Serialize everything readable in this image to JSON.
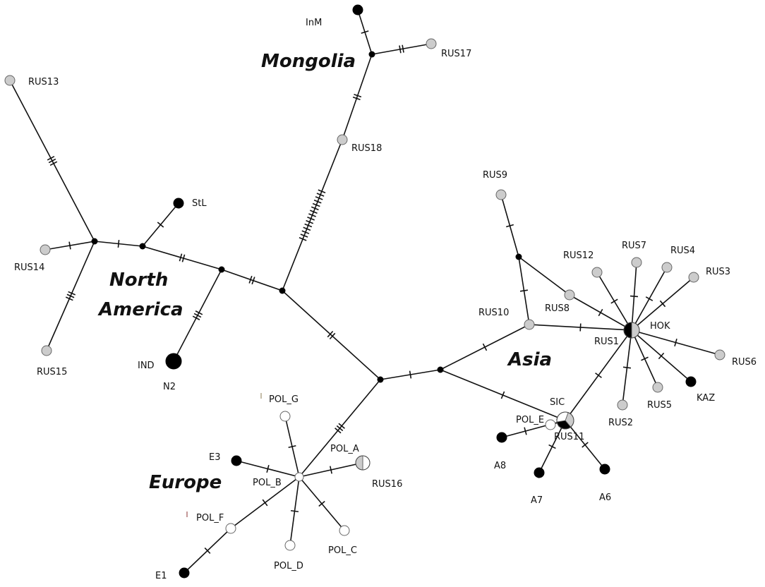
{
  "colors": {
    "black": "#000000",
    "gray": "#cccccc",
    "white": "#ffffff",
    "line": "#111111",
    "medianVector": "#000000"
  },
  "regions": [
    {
      "id": "mongolia",
      "label": "Mongolia"
    },
    {
      "id": "north-america",
      "label": "North\nAmerica"
    },
    {
      "id": "asia",
      "label": "Asia"
    },
    {
      "id": "europe",
      "label": "Europe"
    }
  ],
  "haplotypes": [
    {
      "id": "InM",
      "label": "InM",
      "fill": "black"
    },
    {
      "id": "RUS17",
      "label": "RUS17",
      "fill": "gray"
    },
    {
      "id": "RUS18",
      "label": "RUS18",
      "fill": "gray"
    },
    {
      "id": "RUS13",
      "label": "RUS13",
      "fill": "gray"
    },
    {
      "id": "RUS14",
      "label": "RUS14",
      "fill": "gray"
    },
    {
      "id": "RUS15",
      "label": "RUS15",
      "fill": "gray"
    },
    {
      "id": "StL",
      "label": "StL",
      "fill": "black"
    },
    {
      "id": "N2",
      "label": "N2",
      "fill": "black",
      "extra_label": "IND"
    },
    {
      "id": "RUS9",
      "label": "RUS9",
      "fill": "gray"
    },
    {
      "id": "RUS10",
      "label": "RUS10",
      "fill": "gray"
    },
    {
      "id": "RUS8",
      "label": "RUS8",
      "fill": "gray"
    },
    {
      "id": "RUS12",
      "label": "RUS12",
      "fill": "gray"
    },
    {
      "id": "RUS7",
      "label": "RUS7",
      "fill": "gray"
    },
    {
      "id": "RUS4",
      "label": "RUS4",
      "fill": "gray"
    },
    {
      "id": "RUS3",
      "label": "RUS3",
      "fill": "gray"
    },
    {
      "id": "RUS1",
      "label": "RUS1",
      "fill": "gray",
      "pie": [
        "gray",
        "black"
      ],
      "extra_label": "HOK"
    },
    {
      "id": "RUS6",
      "label": "RUS6",
      "fill": "gray"
    },
    {
      "id": "KAZ",
      "label": "KAZ",
      "fill": "black"
    },
    {
      "id": "RUS5",
      "label": "RUS5",
      "fill": "gray"
    },
    {
      "id": "RUS2",
      "label": "RUS2",
      "fill": "gray"
    },
    {
      "id": "RUS11",
      "label": "RUS11",
      "fill": "gray",
      "pie": [
        "gray",
        "black",
        "white"
      ],
      "extra_label": "SIC"
    },
    {
      "id": "POL_E",
      "label": "POL_E",
      "fill": "white"
    },
    {
      "id": "A8",
      "label": "A8",
      "fill": "black"
    },
    {
      "id": "A7",
      "label": "A7",
      "fill": "black"
    },
    {
      "id": "A6",
      "label": "A6",
      "fill": "black"
    },
    {
      "id": "POL_B",
      "label": "POL_B",
      "fill": "white"
    },
    {
      "id": "POL_G",
      "label": "POL_G",
      "fill": "white"
    },
    {
      "id": "RUS16",
      "label": "RUS16",
      "fill": "gray",
      "pie": [
        "white",
        "gray"
      ],
      "extra_label": "POL_A"
    },
    {
      "id": "E3",
      "label": "E3",
      "fill": "black"
    },
    {
      "id": "POL_F",
      "label": "POL_F",
      "fill": "white"
    },
    {
      "id": "E1",
      "label": "E1",
      "fill": "black"
    },
    {
      "id": "POL_D",
      "label": "POL_D",
      "fill": "white"
    },
    {
      "id": "POL_C",
      "label": "POL_C",
      "fill": "white"
    }
  ],
  "median_vectors": [
    "mv1",
    "mv2",
    "mv3",
    "mv4",
    "mv5",
    "mv6",
    "mv7",
    "mv8",
    "mv9"
  ],
  "edges": [
    {
      "from": "InM",
      "to": "mv1",
      "steps": 1
    },
    {
      "from": "mv1",
      "to": "RUS17",
      "steps": 2
    },
    {
      "from": "mv1",
      "to": "RUS18",
      "steps": 2
    },
    {
      "from": "RUS18",
      "to": "mv5",
      "steps": 15
    },
    {
      "from": "RUS13",
      "to": "mv2",
      "steps": 3
    },
    {
      "from": "mv2",
      "to": "RUS14",
      "steps": 1
    },
    {
      "from": "mv2",
      "to": "RUS15",
      "steps": 3
    },
    {
      "from": "mv2",
      "to": "mv3",
      "steps": 1
    },
    {
      "from": "mv3",
      "to": "StL",
      "steps": 1
    },
    {
      "from": "mv3",
      "to": "mv4",
      "steps": 2
    },
    {
      "from": "mv4",
      "to": "N2",
      "steps": 3
    },
    {
      "from": "mv4",
      "to": "mv5",
      "steps": 2
    },
    {
      "from": "mv5",
      "to": "mv6",
      "steps": 2
    },
    {
      "from": "mv6",
      "to": "mv7",
      "steps": 1
    },
    {
      "from": "mv6",
      "to": "POL_B",
      "steps": 3
    },
    {
      "from": "mv7",
      "to": "RUS10",
      "steps": 1
    },
    {
      "from": "mv7",
      "to": "RUS11",
      "steps": 1
    },
    {
      "from": "RUS10",
      "to": "mv8",
      "steps": 1
    },
    {
      "from": "RUS10",
      "to": "RUS1",
      "steps": 1
    },
    {
      "from": "mv8",
      "to": "RUS9",
      "steps": 1
    },
    {
      "from": "mv8",
      "to": "RUS8",
      "steps": 0
    },
    {
      "from": "RUS8",
      "to": "RUS1",
      "steps": 1
    },
    {
      "from": "RUS1",
      "to": "RUS12",
      "steps": 1
    },
    {
      "from": "RUS1",
      "to": "RUS7",
      "steps": 1
    },
    {
      "from": "RUS1",
      "to": "RUS4",
      "steps": 1
    },
    {
      "from": "RUS1",
      "to": "RUS3",
      "steps": 1
    },
    {
      "from": "RUS1",
      "to": "RUS6",
      "steps": 1
    },
    {
      "from": "RUS1",
      "to": "KAZ",
      "steps": 1
    },
    {
      "from": "RUS1",
      "to": "RUS5",
      "steps": 1
    },
    {
      "from": "RUS1",
      "to": "RUS2",
      "steps": 1
    },
    {
      "from": "RUS1",
      "to": "RUS11",
      "steps": 1
    },
    {
      "from": "RUS11",
      "to": "POL_E",
      "steps": 1
    },
    {
      "from": "RUS11",
      "to": "mv9",
      "steps": 0
    },
    {
      "from": "mv9",
      "to": "A8",
      "steps": 1
    },
    {
      "from": "RUS11",
      "to": "A7",
      "steps": 1
    },
    {
      "from": "RUS11",
      "to": "A6",
      "steps": 1
    },
    {
      "from": "POL_B",
      "to": "POL_G",
      "steps": 1
    },
    {
      "from": "POL_B",
      "to": "RUS16",
      "steps": 1
    },
    {
      "from": "POL_B",
      "to": "E3",
      "steps": 1
    },
    {
      "from": "POL_B",
      "to": "POL_F",
      "steps": 1
    },
    {
      "from": "POL_F",
      "to": "E1",
      "steps": 1
    },
    {
      "from": "POL_B",
      "to": "POL_D",
      "steps": 1
    },
    {
      "from": "POL_B",
      "to": "POL_C",
      "steps": 1
    }
  ]
}
